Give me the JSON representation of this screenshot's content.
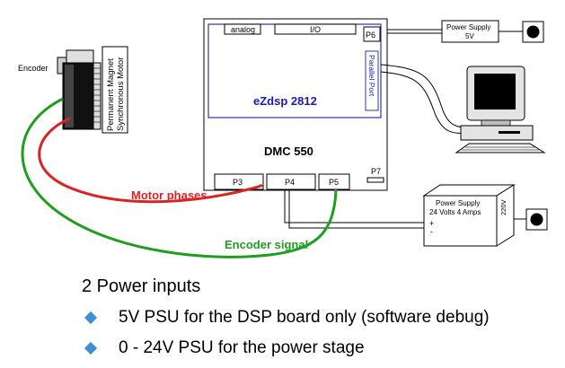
{
  "diagram": {
    "encoder_label": "Encoder",
    "motor_label_line1": "Permanent Magnet",
    "motor_label_line2": "Synchronous Motor",
    "board": {
      "analog_label": "analog",
      "io_label": "I/O",
      "p6_label": "P6",
      "parallel_port_label": "Parallel Port",
      "ezdsp_label": "eZdsp 2812",
      "dmc_label": "DMC 550",
      "p3_label": "P3",
      "p4_label": "P4",
      "p5_label": "P5",
      "p7_label": "P7"
    },
    "psu5v": {
      "line1": "Power Supply",
      "line2": "5V"
    },
    "psu24v": {
      "line1": "Power Supply",
      "line2": "24 Volts 4 Amps",
      "side_label": "220V",
      "plus": "+",
      "minus": "-"
    },
    "wire_labels": {
      "motor_phases": "Motor phases",
      "encoder_signal": "Encoder signal"
    },
    "colors": {
      "motor_wire": "#dd2222",
      "encoder_wire": "#1f9e1f",
      "ezdsp_text": "#1a1ab0",
      "ezdsp_border": "#3333aa",
      "bullet": "#3d8fd6"
    }
  },
  "bottom": {
    "title": "2 Power inputs",
    "bullets": [
      {
        "text": "5V PSU for the DSP board only (software debug)"
      },
      {
        "text": "0 - 24V PSU for the power stage"
      }
    ]
  }
}
